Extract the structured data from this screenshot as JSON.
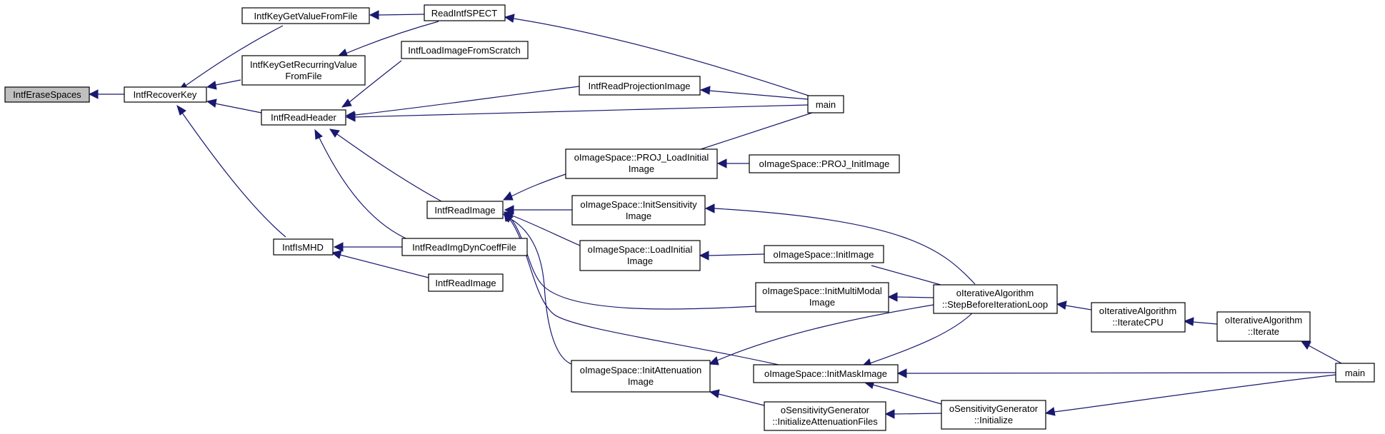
{
  "colors": {
    "edge": "#191970",
    "root_fill": "#bfbfbf",
    "node_fill": "#ffffff",
    "border": "#000000"
  },
  "nodes": {
    "intferasespaces": {
      "lines": [
        "IntfEraseSpaces"
      ],
      "root": true
    },
    "intfrecoverkey": {
      "lines": [
        "IntfRecoverKey"
      ]
    },
    "intfkeygetvaluefromfile": {
      "lines": [
        "IntfKeyGetValueFromFile"
      ]
    },
    "intfkeygetrecurringvaluefromfile": {
      "lines": [
        "IntfKeyGetRecurringValue",
        "FromFile"
      ]
    },
    "intfreadheader": {
      "lines": [
        "IntfReadHeader"
      ]
    },
    "intfismhd": {
      "lines": [
        "IntfIsMHD"
      ]
    },
    "readintfspect": {
      "lines": [
        "ReadIntfSPECT"
      ]
    },
    "intfloadimagefromscratch": {
      "lines": [
        "IntfLoadImageFromScratch"
      ]
    },
    "intfreadimage1": {
      "lines": [
        "IntfReadImage"
      ]
    },
    "intfreadimgdyncoefffile": {
      "lines": [
        "IntfReadImgDynCoeffFile"
      ]
    },
    "intfreadimage2": {
      "lines": [
        "IntfReadImage"
      ]
    },
    "intfreadprojectionimage": {
      "lines": [
        "IntfReadProjectionImage"
      ]
    },
    "main1": {
      "lines": [
        "main"
      ]
    },
    "proj_loadinitialimage": {
      "lines": [
        "oImageSpace::PROJ_LoadInitial",
        "Image"
      ]
    },
    "proj_initimage": {
      "lines": [
        "oImageSpace::PROJ_InitImage"
      ]
    },
    "initsensitivityimage": {
      "lines": [
        "oImageSpace::InitSensitivity",
        "Image"
      ]
    },
    "loadinitialimage": {
      "lines": [
        "oImageSpace::LoadInitial",
        "Image"
      ]
    },
    "initimage": {
      "lines": [
        "oImageSpace::InitImage"
      ]
    },
    "initmultimodalimage": {
      "lines": [
        "oImageSpace::InitMultiModal",
        "Image"
      ]
    },
    "stepbeforeiterationloop": {
      "lines": [
        "oIterativeAlgorithm",
        "::StepBeforeIterationLoop"
      ]
    },
    "iteratecpu": {
      "lines": [
        "oIterativeAlgorithm",
        "::IterateCPU"
      ]
    },
    "iterate": {
      "lines": [
        "oIterativeAlgorithm",
        "::Iterate"
      ]
    },
    "initattenuationimage": {
      "lines": [
        "oImageSpace::InitAttenuation",
        "Image"
      ]
    },
    "initmaskimage": {
      "lines": [
        "oImageSpace::InitMaskImage"
      ]
    },
    "initializeattenuationfiles": {
      "lines": [
        "oSensitivityGenerator",
        "::InitializeAttenuationFiles"
      ]
    },
    "initialize": {
      "lines": [
        "oSensitivityGenerator",
        "::Initialize"
      ]
    },
    "main2": {
      "lines": [
        "main"
      ]
    }
  }
}
